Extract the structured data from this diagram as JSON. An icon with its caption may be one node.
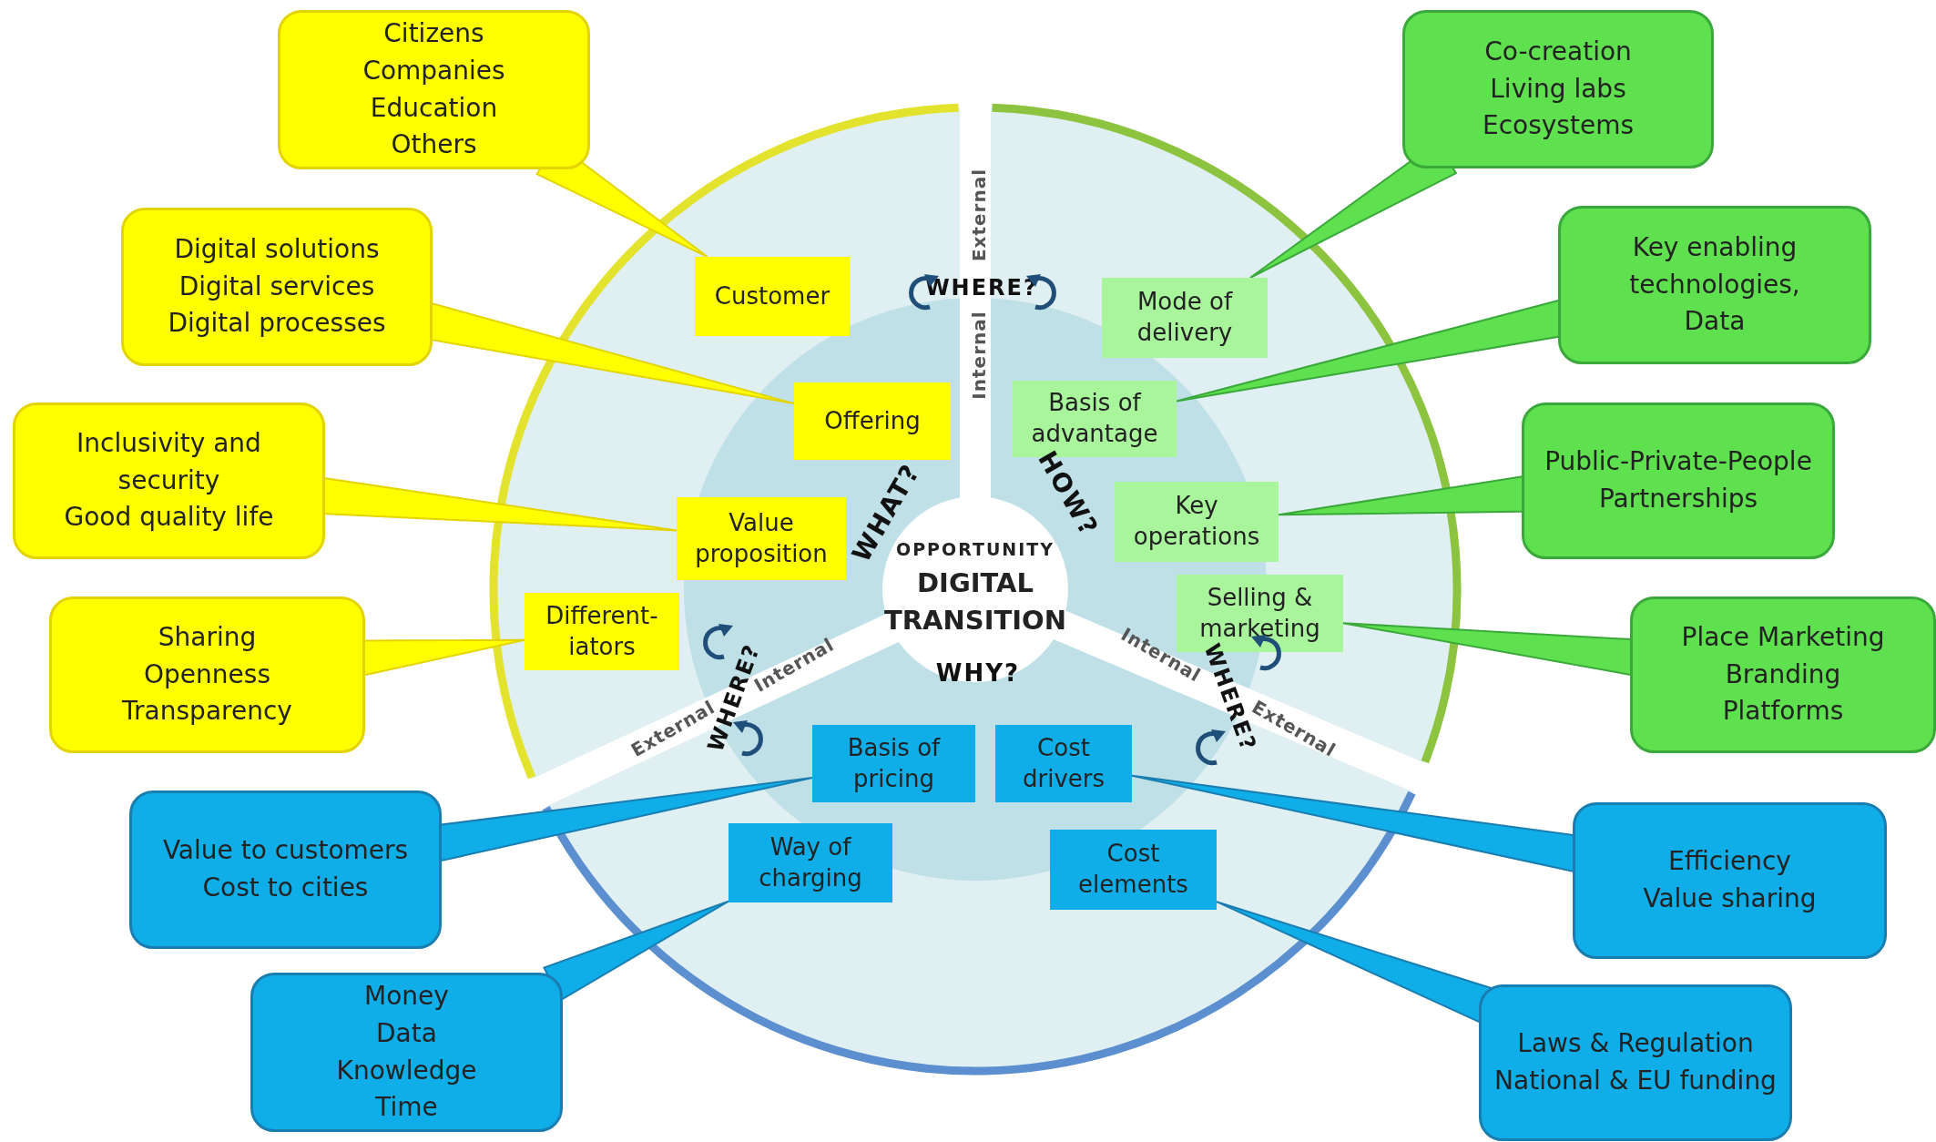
{
  "diagram": {
    "nodes": [
      {
        "text": [
          "OPPORTUNITY",
          "DIGITAL TRANSITION"
        ]
      },
      {
        "text": [
          "Customer"
        ]
      },
      {
        "text": [
          "Offering"
        ]
      },
      {
        "text": [
          "Value proposition"
        ]
      },
      {
        "text": [
          "Different-iators"
        ]
      },
      {
        "text": [
          "Mode of delivery"
        ]
      },
      {
        "text": [
          "Basis of advantage"
        ]
      },
      {
        "text": [
          "Key operations"
        ]
      },
      {
        "text": [
          "Selling & marketing"
        ]
      },
      {
        "text": [
          "Basis of pricing"
        ]
      },
      {
        "text": [
          "Cost drivers"
        ]
      },
      {
        "text": [
          "Way of charging"
        ]
      },
      {
        "text": [
          "Cost elements"
        ]
      },
      {
        "text": [
          "Citizens",
          "Companies",
          "Education",
          "Others"
        ]
      },
      {
        "text": [
          "Digital solutions",
          "Digital services",
          "Digital processes"
        ]
      },
      {
        "text": [
          "Inclusivity and security",
          "Good quality life"
        ]
      },
      {
        "text": [
          "Sharing",
          "Openness",
          "Transparency"
        ]
      },
      {
        "text": [
          "Co-creation",
          "Living labs",
          "Ecosystems"
        ]
      },
      {
        "text": [
          "Key enabling technologies,",
          "Data"
        ]
      },
      {
        "text": [
          "Public-Private-People Partnerships"
        ]
      },
      {
        "text": [
          "Place Marketing",
          "Branding",
          "Platforms"
        ]
      },
      {
        "text": [
          "Value to customers",
          "Cost to cities"
        ]
      },
      {
        "text": [
          "Money",
          "Data",
          "Knowledge",
          "Time"
        ]
      },
      {
        "text": [
          "Efficiency",
          "Value sharing"
        ]
      },
      {
        "text": [
          "Laws &  Regulation",
          "National & EU funding"
        ]
      }
    ],
    "edges": [
      {
        "from": 13,
        "to": 1,
        "arrow": "none"
      },
      {
        "from": 14,
        "to": 2,
        "arrow": "none"
      },
      {
        "from": 15,
        "to": 3,
        "arrow": "none"
      },
      {
        "from": 16,
        "to": 4,
        "arrow": "none"
      },
      {
        "from": 17,
        "to": 5,
        "arrow": "none"
      },
      {
        "from": 18,
        "to": 6,
        "arrow": "none"
      },
      {
        "from": 19,
        "to": 7,
        "arrow": "none"
      },
      {
        "from": 20,
        "to": 8,
        "arrow": "none"
      },
      {
        "from": 21,
        "to": 9,
        "arrow": "none"
      },
      {
        "from": 22,
        "to": 11,
        "arrow": "none"
      },
      {
        "from": 23,
        "to": 10,
        "arrow": "none"
      },
      {
        "from": 24,
        "to": 12,
        "arrow": "none"
      }
    ],
    "labels": [
      "External",
      "WHERE?",
      "Internal",
      "WHAT?",
      "HOW?",
      "WHY?",
      "Internal",
      "WHERE?",
      "External",
      "Internal",
      "WHERE?",
      "External"
    ]
  }
}
